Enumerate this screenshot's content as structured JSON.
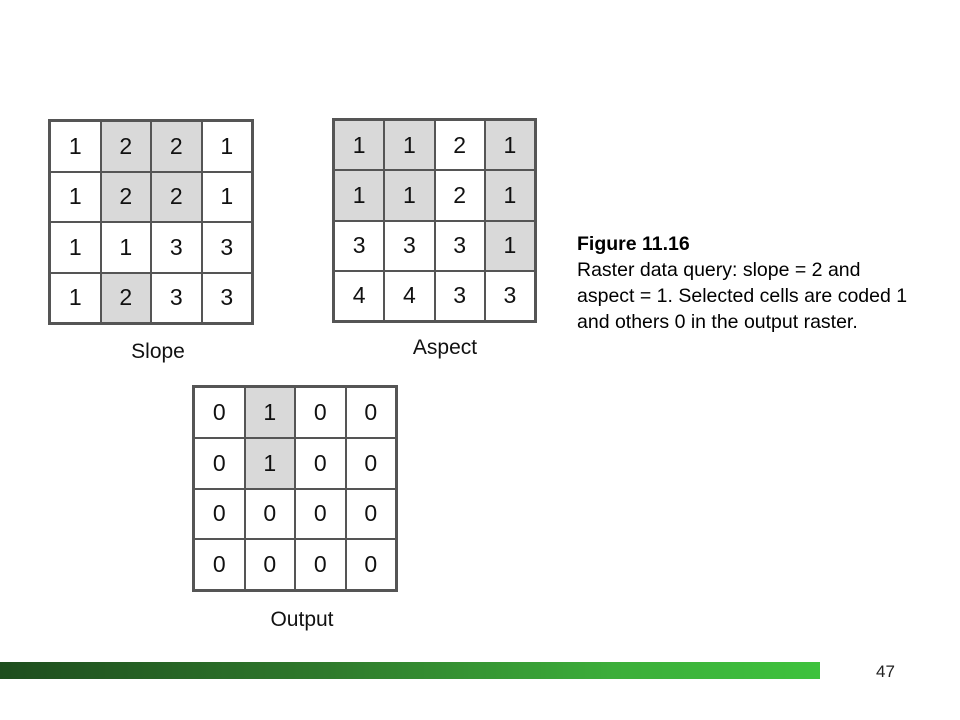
{
  "slope": {
    "label": "Slope",
    "cells": [
      [
        "1",
        "2",
        "2",
        "1"
      ],
      [
        "1",
        "2",
        "2",
        "1"
      ],
      [
        "1",
        "1",
        "3",
        "3"
      ],
      [
        "1",
        "2",
        "3",
        "3"
      ]
    ],
    "shaded": [
      [
        0,
        1
      ],
      [
        0,
        2
      ],
      [
        1,
        1
      ],
      [
        1,
        2
      ],
      [
        3,
        1
      ]
    ]
  },
  "aspect": {
    "label": "Aspect",
    "cells": [
      [
        "1",
        "1",
        "2",
        "1"
      ],
      [
        "1",
        "1",
        "2",
        "1"
      ],
      [
        "3",
        "3",
        "3",
        "1"
      ],
      [
        "4",
        "4",
        "3",
        "3"
      ]
    ],
    "shaded": [
      [
        0,
        0
      ],
      [
        0,
        1
      ],
      [
        0,
        3
      ],
      [
        1,
        0
      ],
      [
        1,
        1
      ],
      [
        1,
        3
      ],
      [
        2,
        3
      ]
    ]
  },
  "output": {
    "label": "Output",
    "cells": [
      [
        "0",
        "1",
        "0",
        "0"
      ],
      [
        "0",
        "1",
        "0",
        "0"
      ],
      [
        "0",
        "0",
        "0",
        "0"
      ],
      [
        "0",
        "0",
        "0",
        "0"
      ]
    ],
    "shaded": [
      [
        0,
        1
      ],
      [
        1,
        1
      ]
    ]
  },
  "caption": {
    "title": "Figure 11.16",
    "text": "Raster data query: slope = 2 and aspect = 1. Selected cells are coded 1 and others 0 in the output raster."
  },
  "footer": {
    "page_number": "47"
  },
  "colors": {
    "shaded_cell": "#d9d9d9",
    "grid_border": "#555555",
    "footer_dark": "#1e4d1e",
    "footer_light": "#3ec23d"
  }
}
